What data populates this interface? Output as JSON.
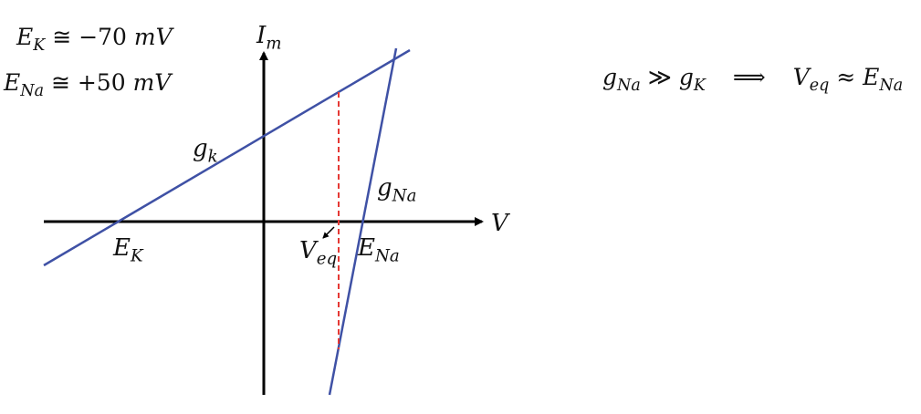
{
  "legend": {
    "ek": {
      "sym": "E",
      "sub": "K",
      "rel": "≅",
      "val": "−70",
      "unit": "mV"
    },
    "ena": {
      "sym": "E",
      "sub": "Na",
      "rel": "≅",
      "val": "+50",
      "unit": "mV"
    }
  },
  "labels": {
    "im": {
      "sym": "I",
      "sub": "m"
    },
    "v": "V",
    "gk": {
      "sym": "g",
      "sub": "k"
    },
    "gna": {
      "sym": "g",
      "sub": "Na"
    },
    "ek": {
      "sym": "E",
      "sub": "K"
    },
    "ena": {
      "sym": "E",
      "sub": "Na"
    },
    "veq": {
      "sym": "V",
      "sub": "eq"
    }
  },
  "relation": {
    "lhs": {
      "sym": "g",
      "sub": "Na"
    },
    "op1": "≫",
    "rhs": {
      "sym": "g",
      "sub": "K"
    },
    "implies": "⟹",
    "res": {
      "sym": "V",
      "sub": "eq"
    },
    "op2": "≈",
    "res2": {
      "sym": "E",
      "sub": "Na"
    }
  },
  "colors": {
    "axis": "#000000",
    "conductance_line": "#3f51a5",
    "veq_dashed": "#e53935"
  }
}
